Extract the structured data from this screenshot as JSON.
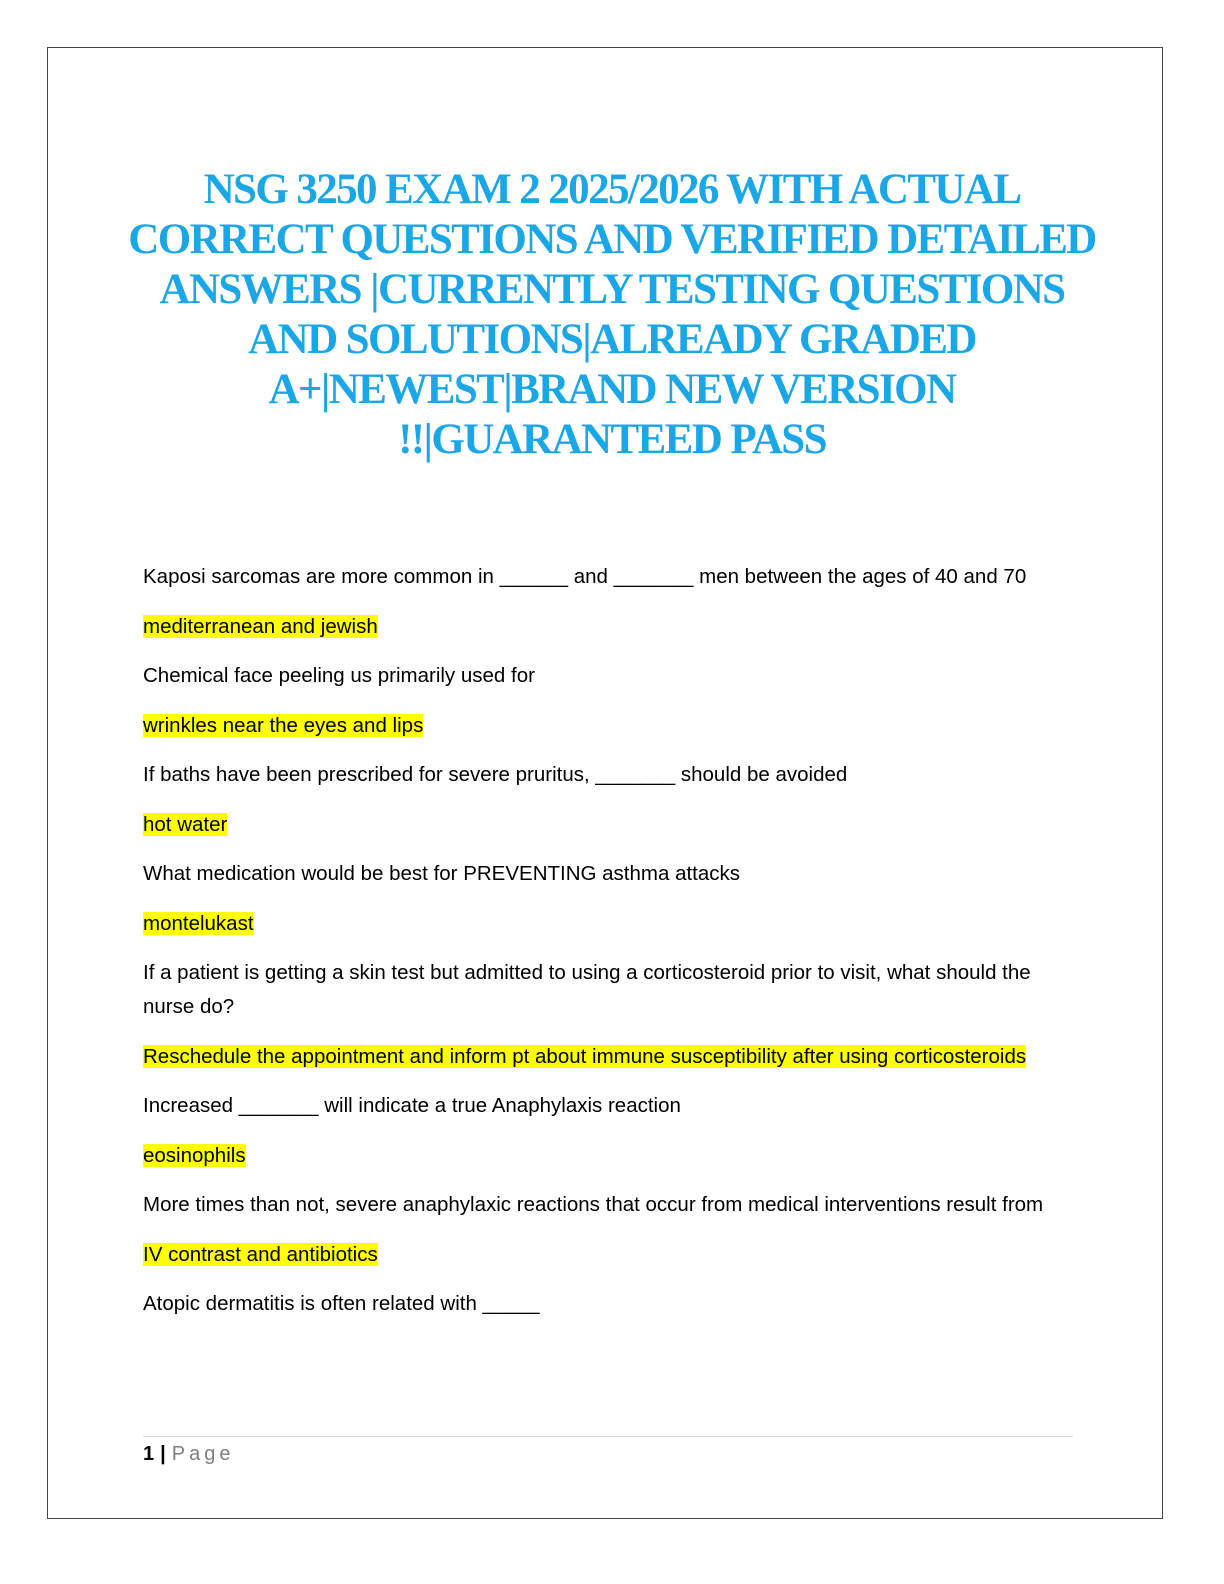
{
  "document": {
    "title": "NSG 3250 EXAM 2 2025/2026 WITH ACTUAL CORRECT QUESTIONS AND VERIFIED DETAILED ANSWERS |CURRENTLY TESTING QUESTIONS AND SOLUTIONS|ALREADY GRADED A+|NEWEST|BRAND NEW VERSION !!|GUARANTEED PASS",
    "colors": {
      "title": "#1ba6e6",
      "answer_highlight": "#ffff00"
    },
    "items": [
      {
        "q": "Kaposi sarcomas are more common in ______ and _______ men between the ages of 40 and 70",
        "a": "mediterranean and jewish"
      },
      {
        "q": "Chemical face peeling us primarily used for",
        "a": "wrinkles near the eyes and lips"
      },
      {
        "q": "If baths have been prescribed for severe pruritus, _______ should be avoided",
        "a": "hot water"
      },
      {
        "q": "What medication would be best for PREVENTING asthma attacks",
        "a": "montelukast"
      },
      {
        "q": "If a patient is getting a skin test but admitted to using a corticosteroid prior to visit, what should the nurse do?",
        "a": "Reschedule the appointment and inform pt about immune susceptibility after using corticosteroids"
      },
      {
        "q": "Increased _______ will indicate a true Anaphylaxis reaction",
        "a": "eosinophils"
      },
      {
        "q": "More times than not, severe anaphylaxic reactions that occur from medical interventions result from",
        "a": "IV contrast and antibiotics"
      },
      {
        "q": "Atopic dermatitis is often related with _____",
        "a": null
      }
    ]
  },
  "footer": {
    "page_number": "1",
    "separator": "|",
    "page_label": "Page"
  }
}
